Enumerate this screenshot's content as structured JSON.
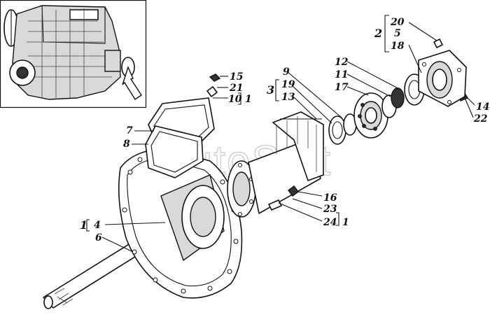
{
  "labels": {
    "l20": "20",
    "l5": "5",
    "l18": "18",
    "l2": "2",
    "l12": "12",
    "l11": "11",
    "l17": "17",
    "l9": "9",
    "l19": "19",
    "l13": "13",
    "l3": "3",
    "l15": "15",
    "l21": "21",
    "l10": "10",
    "l10b": "1",
    "l7": "7",
    "l8": "8",
    "l14": "14",
    "l22": "22",
    "l16": "16",
    "l23": "23",
    "l24": "24",
    "l24b": "1",
    "l4": "4",
    "l1": "1",
    "l6": "6"
  },
  "watermark": "AutoSoft",
  "icons": {
    "engine": "engine-thumbnail-icon",
    "arrow": "location-arrow-icon"
  }
}
